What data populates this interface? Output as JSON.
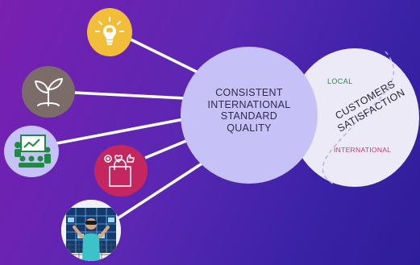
{
  "center": {
    "lines": [
      "CONSISTENT",
      "INTERNATIONAL",
      "STANDARD",
      "QUALITY"
    ]
  },
  "customers": {
    "lines": [
      "CUSTOMERS",
      "SATISFACTION"
    ],
    "local_label": "LOCAL",
    "international_label": "INTERNATIONAL"
  },
  "nodes": [
    {
      "icon": "lightbulb-brain-icon",
      "color": "#f2be3a"
    },
    {
      "icon": "plant-hand-icon",
      "color": "#7b6c6a"
    },
    {
      "icon": "training-presentation-icon",
      "color": "#c6c1f7"
    },
    {
      "icon": "shopping-bag-social-icon",
      "color": "#c4275f"
    },
    {
      "icon": "vr-user-photo-icon",
      "color": "#ffffff"
    }
  ],
  "colors": {
    "background_start": "#7a1fb0",
    "background_end": "#2e1d99",
    "center_fill": "#c6c1f7",
    "customers_fill": "#eceaf7",
    "local_text": "#2e8b3e",
    "international_text": "#c13a73"
  }
}
